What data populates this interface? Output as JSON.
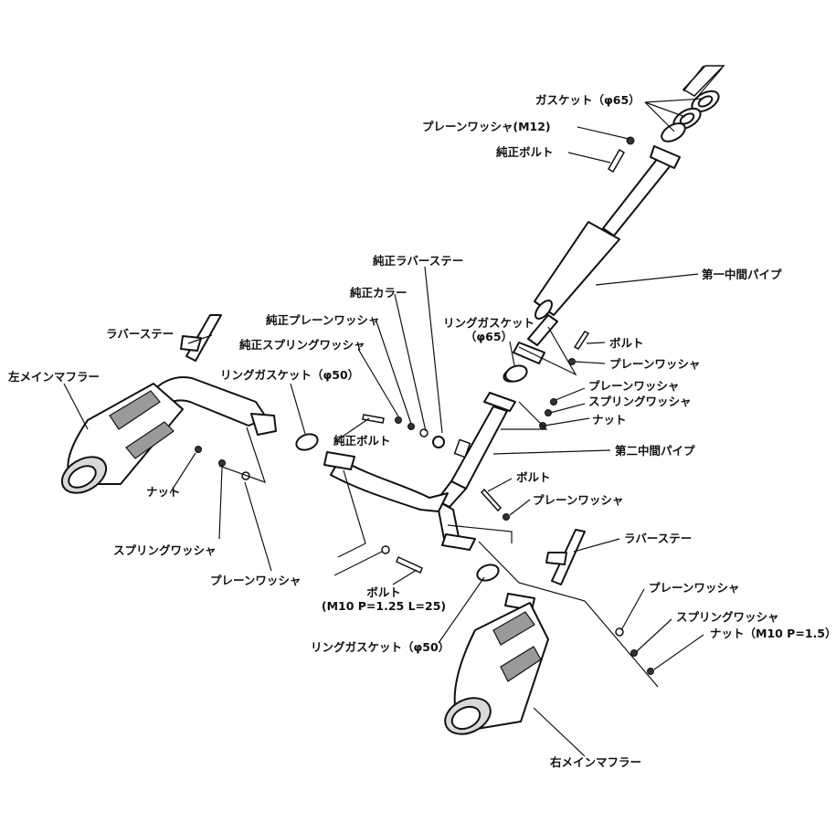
{
  "labels": {
    "gasket_65": "ガスケット（φ65）",
    "plain_washer_m12": "プレーンワッシャ(M12)",
    "genuine_bolt_top": "純正ボルト",
    "first_mid_pipe": "第一中間パイプ",
    "genuine_rubber_stay": "純正ラバーステー",
    "genuine_collar": "純正カラー",
    "genuine_plain_washer": "純正プレーンワッシャ",
    "genuine_spring_washer": "純正スプリングワッシャ",
    "ring_gasket_65_line1": "リングガスケット",
    "ring_gasket_65_line2": "（φ65）",
    "rubber_stay_left": "ラバーステー",
    "left_main_muffler": "左メインマフラー",
    "ring_gasket_50_top": "リングガスケット（φ50）",
    "bolt_upper_right": "ボルト",
    "plain_washer_upper_right": "プレーンワッシャ",
    "plain_washer_mid_right": "プレーンワッシャ",
    "spring_washer_mid_right": "スプリングワッシャ",
    "nut_mid_right": "ナット",
    "genuine_bolt_center": "純正ボルト",
    "second_mid_pipe": "第二中間パイプ",
    "nut_left": "ナット",
    "bolt_center_right": "ボルト",
    "plain_washer_center_right": "プレーンワッシャ",
    "spring_washer_left": "スプリングワッシャ",
    "rubber_stay_right": "ラバーステー",
    "plain_washer_left": "プレーンワッシャ",
    "bolt_bottom": "ボルト",
    "bolt_spec": "(M10 P=1.25 L=25)",
    "plain_washer_lower_right": "プレーンワッシャ",
    "spring_washer_lower_right": "スプリングワッシャ",
    "nut_spec_lower_right": "ナット（M10 P=1.5）",
    "ring_gasket_50_bottom": "リングガスケット（φ50）",
    "right_main_muffler": "右メインマフラー"
  },
  "colors": {
    "line": "#111111",
    "shade": "#9a9a9a",
    "background": "#ffffff"
  }
}
